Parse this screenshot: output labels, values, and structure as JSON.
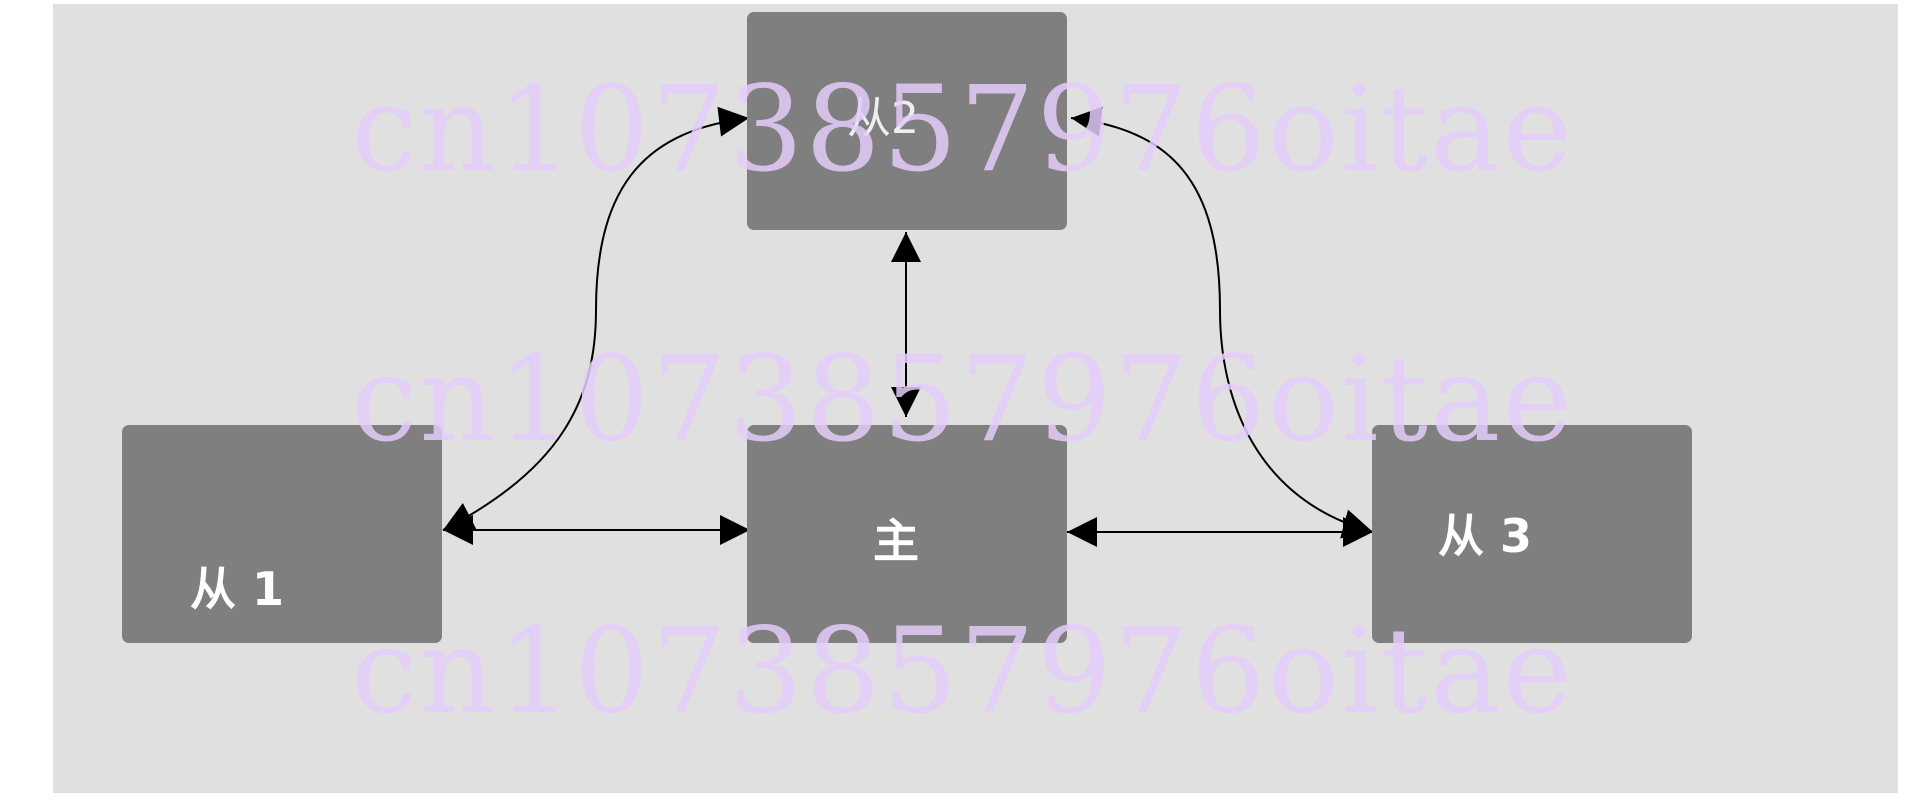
{
  "nodes": {
    "master": "主",
    "slave1": "从 1",
    "slave2": "从2",
    "slave3": "从 3"
  },
  "watermark": "cn1073857976oitae",
  "colors": {
    "background": "#e0e0e0",
    "node_fill": "#7f7f7f",
    "node_text": "#ffffff",
    "edge": "#000000",
    "watermark": "#e4cdfa"
  },
  "edges": [
    {
      "from": "从 1",
      "to": "主",
      "type": "bidirectional"
    },
    {
      "from": "主",
      "to": "从 3",
      "type": "bidirectional"
    },
    {
      "from": "从2",
      "to": "主",
      "type": "bidirectional"
    },
    {
      "from": "从 1",
      "to": "从2",
      "type": "bidirectional"
    },
    {
      "from": "从2",
      "to": "从 3",
      "type": "bidirectional"
    }
  ]
}
